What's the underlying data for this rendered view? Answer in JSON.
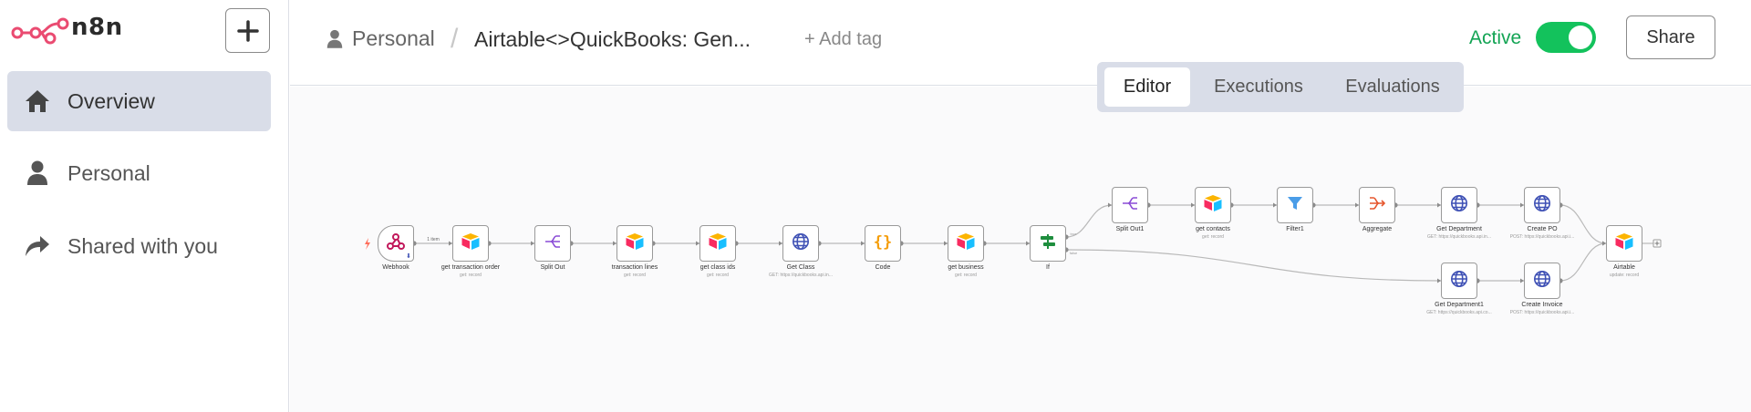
{
  "app": {
    "logo_text": "n8n",
    "accent_color": "#ea4b71"
  },
  "sidebar": {
    "items": [
      {
        "label": "Overview",
        "icon": "home-icon",
        "active": true
      },
      {
        "label": "Personal",
        "icon": "user-icon",
        "active": false
      },
      {
        "label": "Shared with you",
        "icon": "share-icon",
        "active": false
      }
    ]
  },
  "header": {
    "project": "Personal",
    "separator": "/",
    "workflow_title": "Airtable<>QuickBooks: Gen...",
    "add_tag": "+ Add tag",
    "active_label": "Active",
    "active_on": true,
    "share_label": "Share"
  },
  "tabs": [
    {
      "label": "Editor",
      "active": true
    },
    {
      "label": "Executions",
      "active": false
    },
    {
      "label": "Evaluations",
      "active": false
    }
  ],
  "edge_labels": {
    "webhook_item": "1 item"
  },
  "nodes": {
    "webhook": {
      "label": "Webhook",
      "sub": "",
      "icon": "webhook-icon"
    },
    "get_transaction_order": {
      "label": "get transaction order",
      "sub": "get: record",
      "icon": "airtable-icon"
    },
    "split_out": {
      "label": "Split Out",
      "sub": "",
      "icon": "split-out-icon"
    },
    "transaction_lines": {
      "label": "transaction lines",
      "sub": "get: record",
      "icon": "airtable-icon"
    },
    "get_class_ids": {
      "label": "get class ids",
      "sub": "get: record",
      "icon": "airtable-icon"
    },
    "get_class": {
      "label": "Get Class",
      "sub": "GET: https://quickbooks.api.in...",
      "icon": "globe-icon"
    },
    "code": {
      "label": "Code",
      "sub": "",
      "icon": "code-icon"
    },
    "get_business": {
      "label": "get business",
      "sub": "get: record",
      "icon": "airtable-icon"
    },
    "if": {
      "label": "If",
      "sub": "",
      "icon": "if-icon",
      "true_label": "true",
      "false_label": "false"
    },
    "split_out1": {
      "label": "Split Out1",
      "sub": "",
      "icon": "split-out-icon"
    },
    "get_contacts": {
      "label": "get contacts",
      "sub": "get: record",
      "icon": "airtable-icon"
    },
    "filter1": {
      "label": "Filter1",
      "sub": "",
      "icon": "filter-icon"
    },
    "aggregate": {
      "label": "Aggregate",
      "sub": "",
      "icon": "aggregate-icon"
    },
    "get_department": {
      "label": "Get Department",
      "sub": "GET: https://quickbooks.api.in...",
      "icon": "globe-icon"
    },
    "create_po": {
      "label": "Create PO",
      "sub": "POST: https://quickbooks.api.i...",
      "icon": "globe-icon"
    },
    "get_department1": {
      "label": "Get Department1",
      "sub": "GET: https://quickbooks.api.co...",
      "icon": "globe-icon"
    },
    "create_invoice": {
      "label": "Create Invoice",
      "sub": "POST: https://quickbooks.api.i...",
      "icon": "globe-icon"
    },
    "airtable": {
      "label": "Airtable",
      "sub": "update: record",
      "icon": "airtable-icon"
    }
  },
  "colors": {
    "active_green": "#13c25c",
    "airtable_yellow": "#fcb400",
    "airtable_blue": "#18bfff",
    "airtable_red": "#f82b60",
    "globe_blue": "#3f51b5",
    "code_orange": "#f59e0b",
    "if_green": "#1e8e3e",
    "filter_blue": "#4a9de8",
    "aggregate_red": "#e5562d",
    "split_purple": "#8a4bd6"
  }
}
